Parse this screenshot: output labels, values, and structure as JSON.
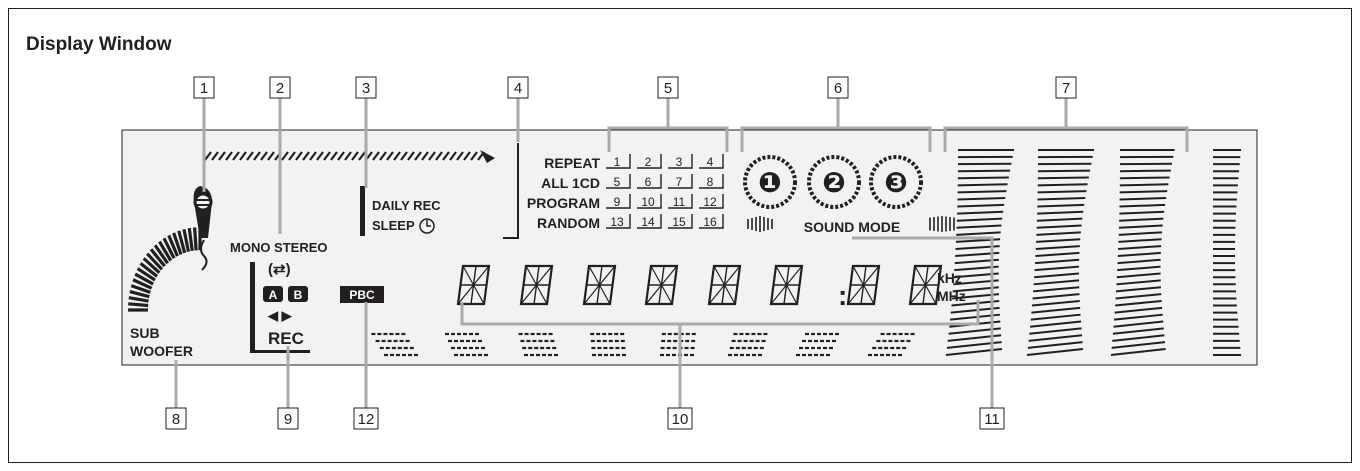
{
  "title": "Display Window",
  "callouts": [
    "1",
    "2",
    "3",
    "4",
    "5",
    "6",
    "7",
    "8",
    "9",
    "10",
    "11",
    "12"
  ],
  "indicators": {
    "mono_stereo": "MONO STEREO",
    "daily_rec": "DAILY REC",
    "sleep": "SLEEP",
    "repeat": "REPEAT",
    "all_1cd": "ALL 1CD",
    "program": "PROGRAM",
    "random": "RANDOM",
    "sound_mode": "SOUND MODE",
    "sub": "SUB",
    "woofer": "WOOFER",
    "a": "A",
    "b": "B",
    "rec": "REC",
    "pbc": "PBC",
    "khz": "kHz",
    "mhz": "MHz",
    "colon": ":",
    "arrows": "◀ ▶",
    "rotate": "(⇄)"
  },
  "disc_numbers": [
    "1",
    "2",
    "3",
    "4",
    "5",
    "6",
    "7",
    "8",
    "9",
    "10",
    "11",
    "12",
    "13",
    "14",
    "15",
    "16"
  ],
  "disc_trays": [
    "❶",
    "❷",
    "❸"
  ],
  "colors": {
    "ink": "#231f20",
    "panel": "#f1f2f2",
    "leader": "#a7a9ac"
  }
}
